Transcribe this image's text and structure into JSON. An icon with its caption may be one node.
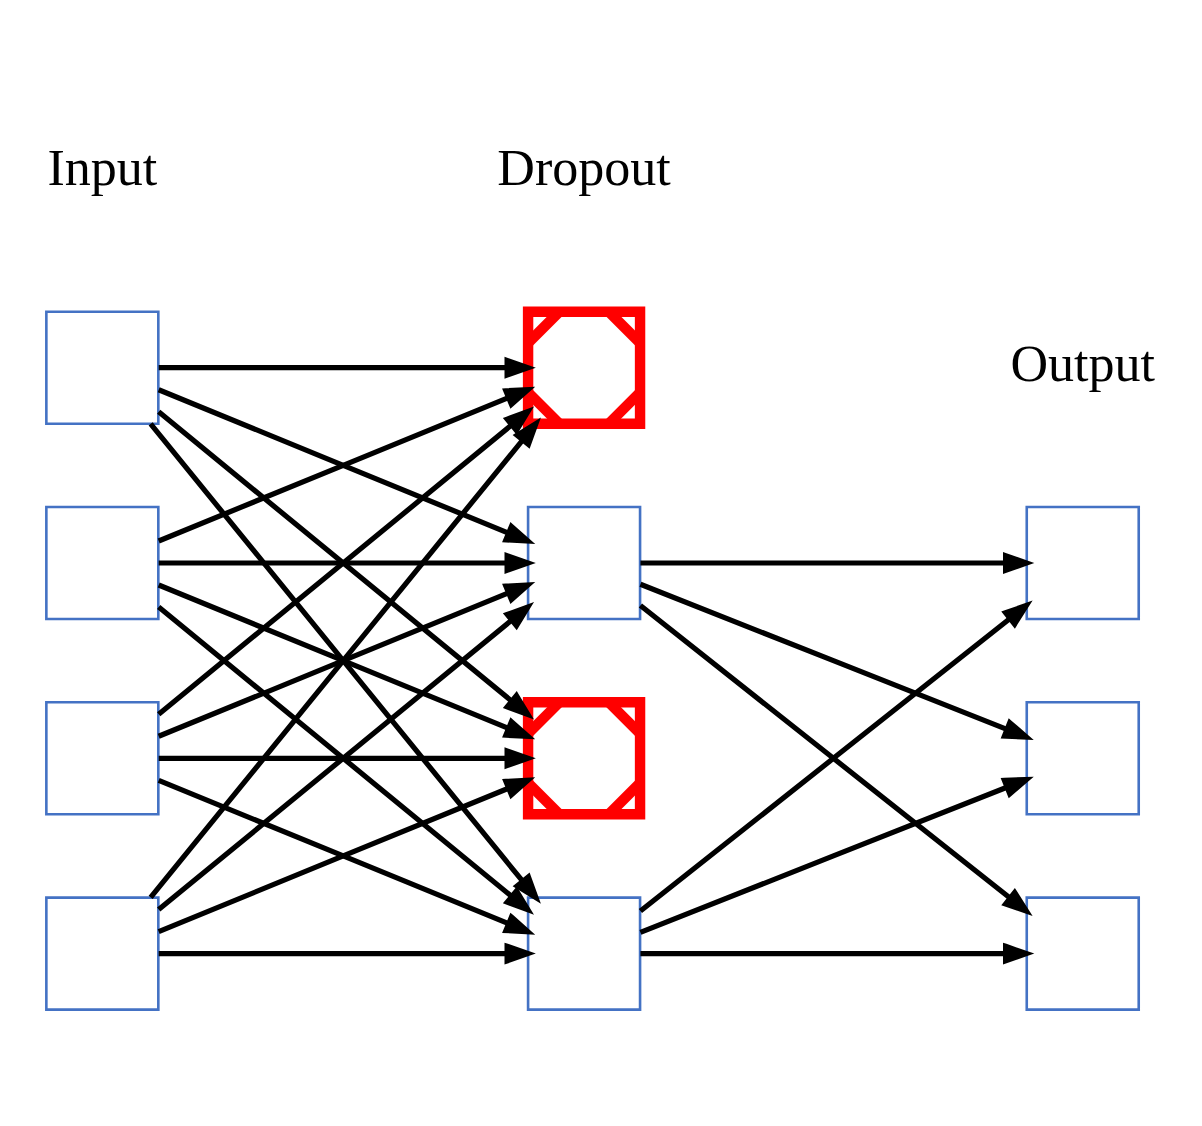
{
  "diagram": {
    "nodes": [
      {
        "text": [],
        "shape": "box"
      },
      {
        "text": [],
        "shape": "box"
      },
      {
        "text": [],
        "shape": "box"
      },
      {
        "text": [],
        "shape": "box"
      },
      {
        "text": [],
        "shape": "box"
      },
      {
        "text": [],
        "shape": "box"
      },
      {
        "text": [],
        "shape": "box"
      },
      {
        "text": [],
        "shape": "box"
      },
      {
        "text": [],
        "shape": "box"
      },
      {
        "text": [],
        "shape": "box"
      },
      {
        "text": [],
        "shape": "box"
      }
    ],
    "edges": [
      {
        "from": 0,
        "to": 4,
        "arrow": "to"
      },
      {
        "from": 0,
        "to": 5,
        "arrow": "to"
      },
      {
        "from": 0,
        "to": 6,
        "arrow": "to"
      },
      {
        "from": 0,
        "to": 7,
        "arrow": "to"
      },
      {
        "from": 1,
        "to": 4,
        "arrow": "to"
      },
      {
        "from": 1,
        "to": 5,
        "arrow": "to"
      },
      {
        "from": 1,
        "to": 6,
        "arrow": "to"
      },
      {
        "from": 1,
        "to": 7,
        "arrow": "to"
      },
      {
        "from": 2,
        "to": 4,
        "arrow": "to"
      },
      {
        "from": 2,
        "to": 5,
        "arrow": "to"
      },
      {
        "from": 2,
        "to": 6,
        "arrow": "to"
      },
      {
        "from": 2,
        "to": 7,
        "arrow": "to"
      },
      {
        "from": 3,
        "to": 4,
        "arrow": "to"
      },
      {
        "from": 3,
        "to": 5,
        "arrow": "to"
      },
      {
        "from": 3,
        "to": 6,
        "arrow": "to"
      },
      {
        "from": 3,
        "to": 7,
        "arrow": "to"
      },
      {
        "from": 5,
        "to": 8,
        "arrow": "to"
      },
      {
        "from": 5,
        "to": 9,
        "arrow": "to"
      },
      {
        "from": 5,
        "to": 10,
        "arrow": "to"
      },
      {
        "from": 7,
        "to": 8,
        "arrow": "to"
      },
      {
        "from": 7,
        "to": 9,
        "arrow": "to"
      },
      {
        "from": 7,
        "to": 10,
        "arrow": "to"
      }
    ],
    "labels": [
      "Input",
      "Dropout",
      "Output"
    ]
  }
}
